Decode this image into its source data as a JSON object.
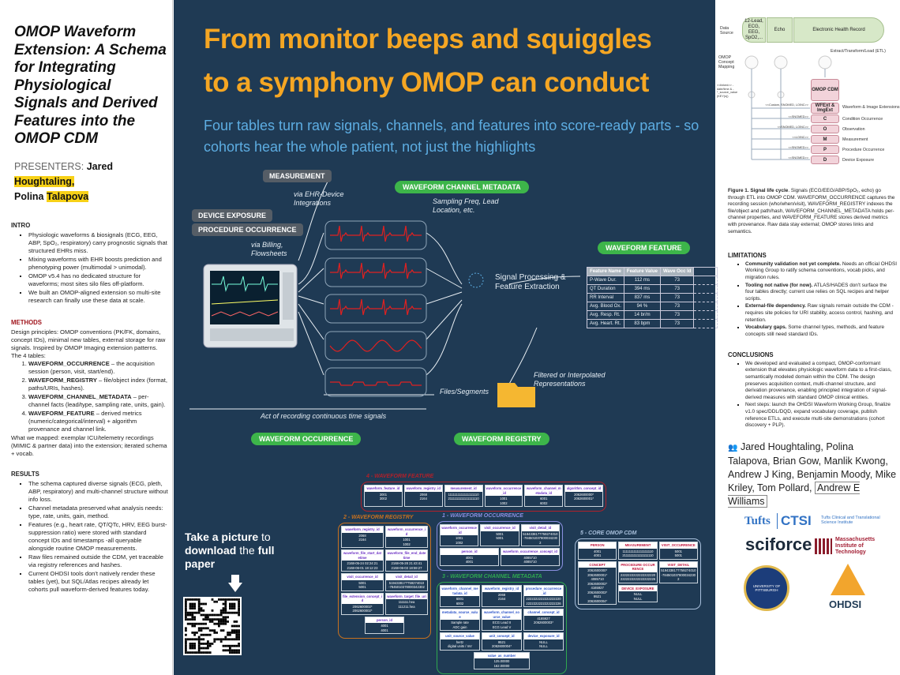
{
  "title": "OMOP Waveform Extension: A Schema for Integrating Physiological Signals and Derived Features into the OMOP CDM",
  "presenters": {
    "label": "PRESENTERS:",
    "first": "Jared",
    "first_last": "Houghtaling,",
    "second": "Polina",
    "second_last": "Talapova"
  },
  "intro": {
    "heading": "INTRO",
    "items": [
      "Physiologic waveforms & biosignals (ECG, EEG, ABP, SpO₂, respiratory) carry prognostic signals that structured EHRs miss.",
      "Mixing waveforms with EHR boosts prediction and phenotyping power (multimodal > unimodal).",
      "OMOP v5.4 has no dedicated structure for waveforms; most sites silo files off-platform.",
      "We built an OMOP-aligned extension so multi-site research can finally use these data at scale."
    ]
  },
  "methods": {
    "heading": "METHODS",
    "design": "Design principles: OMOP conventions (PK/FK, domains, concept IDs), minimal new tables, external storage for raw signals. Inspired by OMOP Imaging extension patterns.",
    "tables_intro": "The 4 tables:",
    "tables": [
      {
        "name": "WAVEFORM_OCCURRENCE",
        "desc": " – the acquisition session (person, visit, start/end)."
      },
      {
        "name": "WAVEFORM_REGISTRY",
        "desc": " – file/object index (format, paths/URIs, hashes)."
      },
      {
        "name": "WAVEFORM_CHANNEL_METADATA",
        "desc": " – per-channel facts (lead/type, sampling rate, units, gain)."
      },
      {
        "name": "WAVEFORM_FEATURE",
        "desc": " – derived metrics (numeric/categorical/interval) + algorithm provenance and channel link."
      }
    ],
    "mapped": "What we mapped: exemplar ICU/telemetry recordings (MIMIC & partner data) into the extension; iterated schema + vocab."
  },
  "results": {
    "heading": "RESULTS",
    "items": [
      "The schema captured diverse signals (ECG, pleth, ABP, respiratory) and multi-channel structure without info loss.",
      "Channel metadata preserved what analysis needs: type, rate, units, gain, method.",
      "Features (e.g., heart rate, QT/QTc, HRV, EEG burst-suppression ratio) were stored with standard concept IDs and timestamps -all queryable alongside routine OMOP measurements.",
      "Raw files remained outside the CDM, yet traceable via registry references and hashes.",
      "Current OHDSI tools don't natively render these tables (yet), but SQL/Atlas recipes already let cohorts pull waveform-derived features today."
    ]
  },
  "headline": [
    "From monitor beeps and squiggles",
    "to a symphony OMOP can conduct"
  ],
  "subhead": "Four tables turn raw signals, channels, and features into score-ready parts - so cohorts hear the whole patient, not just the highlights",
  "lifecycle": {
    "tags": {
      "measurement": "MEASUREMENT",
      "device": "DEVICE EXPOSURE",
      "procedure": "PROCEDURE OCCURRENCE"
    },
    "notes": {
      "ehr": "via EHR-Device Integrations",
      "billing": "via Billing, Flowsheets",
      "sampling": "Sampling Freq, Lead Location, etc.",
      "signal": "Signal Processing & Feature Extraction",
      "filtered": "Filtered or Interpolated Representations",
      "files": "Files/Segments",
      "act": "Act of recording continuous time signals"
    },
    "pills": {
      "channel": "WAVEFORM CHANNEL METADATA",
      "feature": "WAVEFORM FEATURE",
      "occurrence": "WAVEFORM OCCURRENCE",
      "registry": "WAVEFORM REGISTRY"
    },
    "feature_table": {
      "headers": [
        "Feature Name",
        "Feature Value",
        "Wave Occ Id"
      ],
      "rows": [
        [
          "P-Wave Dur.",
          "112 ms",
          "73"
        ],
        [
          "QT Duration",
          "394 ms",
          "73"
        ],
        [
          "RR Interval",
          "837 ms",
          "73"
        ],
        [
          "Avg. Blood Ox.",
          "94 %",
          "73"
        ],
        [
          "Avg. Resp. Rt.",
          "14 br/m",
          "73"
        ],
        [
          "Avg. Heart. Rt.",
          "83 bpm",
          "73"
        ]
      ]
    },
    "wave_color": "#e02020"
  },
  "qr": {
    "t1": "Take a picture",
    "t2": " to ",
    "t3": "download",
    "t4": " the ",
    "t5": "full paper"
  },
  "erd": {
    "groups": [
      {
        "label": "4 - WAVEFORM FEATURE",
        "color": "#b0202a",
        "tables": [
          [
            "waveform_feature_id",
            "3001\n3002"
          ],
          [
            "waveform_registry_id",
            "2068\n2164"
          ],
          [
            "measurement_id",
            "1111111111111111110\n2111111111111111110"
          ],
          [
            "waveform_occurrence_id",
            "1001\n1002"
          ],
          [
            "waveform_channel_metadata_id",
            "6001\n6002"
          ],
          [
            "algorithm_concept_id",
            "2062600000*\n2062600001*"
          ]
        ]
      },
      {
        "label": "2 - WAVEFORM REGISTRY",
        "color": "#c7711f",
        "tables": [
          [
            "waveform_registry_id",
            "2068\n2164"
          ],
          [
            "waveform_occurrence_id",
            "1001\n1002"
          ],
          [
            "waveform_file_start_datetime",
            "2168-05-24 02:24:21\n2168-06-01 18:12:23"
          ],
          [
            "waveform_file_end_datetime",
            "2168-05-28 21:43:41\n2168-06-03 18:59:27"
          ],
          [
            "visit_occurrence_id",
            "5001\n5001"
          ],
          [
            "visit_detail_id",
            "5194338177759274010\n-7845010378000342302"
          ],
          [
            "file_extension_concept_id",
            "2062600002*\n2062600002*"
          ],
          [
            "waveform_target_file_uri",
            "111111.hea\n111211.hea"
          ],
          [
            "person_id",
            "4001\n4001"
          ]
        ]
      },
      {
        "label": "1 - WAVEFORM OCCURRENCE",
        "color": "#8a8fe0",
        "tables": [
          [
            "waveform_occurrence_id",
            "1001\n1002"
          ],
          [
            "visit_occurrence_id",
            "5001\n5001"
          ],
          [
            "visit_detail_id",
            "5194338177759274010\n-7845010378000342302"
          ],
          [
            "person_id",
            "4001\n4001"
          ],
          [
            "waveform_occurrence_concept_id",
            "4085710\n4085710"
          ]
        ]
      },
      {
        "label": "3 - WAVEFORM CHANNEL METADATA",
        "color": "#2fa84f",
        "tables": [
          [
            "waveform_channel_metadata_id",
            "6001\n6002"
          ],
          [
            "waveform_registry_id",
            "2068\n2164"
          ],
          [
            "procedure_occurrence_id",
            "2222222222222222220\n2222222222222222226"
          ],
          [
            "metadata_source_value",
            "Sample rate\nADC gain"
          ],
          [
            "waveform_channel_source_value",
            "ECG Lead II\nECG Lead V"
          ],
          [
            "channel_concept_id",
            "4165927\n2062600003*"
          ],
          [
            "unit_source_value",
            "hertz\ndigital units / mV"
          ],
          [
            "unit_concept_id",
            "9521\n2062600004*"
          ],
          [
            "device_exposure_id",
            "NULL\nNULL"
          ],
          [
            "value_as_number",
            "125.00000\n162.00000"
          ]
        ]
      },
      {
        "label": "5 - CORE OMOP CDM",
        "color": "#a9c0dc",
        "tables": [
          [
            "PERSON",
            "4001\n4001"
          ],
          [
            "CONCEPT",
            "2062600000*\n2062600001*\n4085710\n2062600002*\n4165927\n2062600003*\n9521\n2062600004*"
          ],
          [
            "MEASUREMENT",
            "1111111111111111110\n2111111111111111110"
          ],
          [
            "PROCEDURE OCCURRENCE",
            "2222222222222222220\n2222222222222222226"
          ],
          [
            "DEVICE_EXPOSURE",
            "NULL\nNULL"
          ],
          [
            "VISIT_OCCURRENCE",
            "5001\n5001"
          ],
          [
            "VISIT_DETAIL",
            "5194338177759274010\n-7845010378000342302"
          ]
        ]
      }
    ]
  },
  "etl_diagram": {
    "data_source": "Data Source",
    "sources": [
      "12-Lead, ECG, EEG, SpO2,...",
      "Echo",
      "Electronic Health Record"
    ],
    "etl": "Extract/Transform/Load (ETL)",
    "mapping": "OMOP Concept Mapping",
    "linked": "<<linked>> -date/time & -*_source_value (KEY(s))",
    "cdm": "OMOP CDM",
    "rows": [
      {
        "vocab": "<<Custom, SNOMED, LOINC>>",
        "box": "WFExt & ImgExt",
        "label": "Waveform & Image Extensions"
      },
      {
        "vocab": "<<SNOMED>>",
        "box": "C",
        "label": "Condition Occurrence"
      },
      {
        "vocab": "<<SNOMED, LOINC>>",
        "box": "O",
        "label": "Observation"
      },
      {
        "vocab": "<<LOINC>>",
        "box": "M",
        "label": "Measurement"
      },
      {
        "vocab": "<<SNOMED>>",
        "box": "P",
        "label": "Procedure Occurrence"
      },
      {
        "vocab": "<<SNOMED>>",
        "box": "D",
        "label": "Device Exposure"
      }
    ]
  },
  "caption": {
    "bold": "Figure 1. Signal life cycle",
    "text": ". Signals (ECG/EEG/ABP/SpO₂, echo) go through ETL into OMOP CDM. WAVEFORM_OCCURRENCE captures the recording session (who/when/visit), WAVEFORM_REGISTRY indexes the file/object and path/hash, WAVEFORM_CHANNEL_METADATA holds per-channel properties, and WAVEFORM_FEATURE stores derived metrics with provenance. Raw data stay external; OMOP stores links and semantics."
  },
  "limitations": {
    "heading": "LIMITATIONS",
    "items": [
      {
        "b": "Community validation not yet complete.",
        "t": " Needs an official OHDSI Working Group to ratify schema conventions, vocab picks, and migration rules."
      },
      {
        "b": "Tooling not native (for now).",
        "t": " ATLAS/HADES don't surface the four tables directly; current use relies on SQL recipes and helper scripts."
      },
      {
        "b": "External-file dependency.",
        "t": " Raw signals remain outside the CDM - requires site policies for URI stability, access control, hashing, and retention."
      },
      {
        "b": "Vocabulary gaps.",
        "t": " Some channel types, methods, and feature concepts still need standard IDs."
      }
    ]
  },
  "conclusions": {
    "heading": "CONCLUSIONS",
    "items": [
      "We developed and evaluated a compact, OMOP-conformant extension that elevates physiologic waveform data to a first-class, semantically modeled domain within the CDM. The design preserves acquisition context, multi-channel structure, and derivation provenance, enabling principled integration of signal-derived measures with standard OMOP clinical entities.",
      "Next steps: launch the OHDSI Waveform Working Group, finalize v1.0 spec/DDL/DQD, expand vocabulary coverage, publish reference ETLs, and execute multi-site demonstrations (cohort discovery + PLP)."
    ]
  },
  "authors": {
    "list": "Jared Houghtaling, Polina Talapova, Brian Gow, Manlik Kwong, Andrew J King, Benjamin Moody, Mike Kriley, Tom Pollard,",
    "last": "Andrew E Williams"
  },
  "logos": {
    "tufts": "Tufts",
    "ctsi": "CTSI",
    "ctsi_sub": "Tufts Clinical and Translational Science Institute",
    "sciforce": "sciforce",
    "mit": "Massachusetts Institute of Technology",
    "pitt": "UNIVERSITY OF PITTSBURGH",
    "ohdsi": "OHDSI"
  }
}
